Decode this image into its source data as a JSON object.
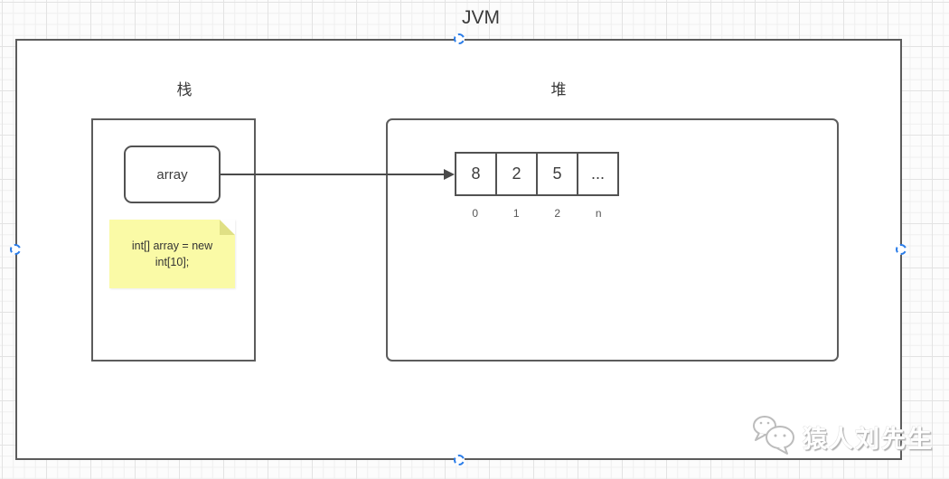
{
  "title": "JVM",
  "stack": {
    "label": "栈",
    "var_name": "array",
    "note": {
      "line1": "int[] array = new",
      "line2": "int[10];"
    }
  },
  "heap": {
    "label": "堆",
    "cells": [
      {
        "value": "8",
        "index": "0"
      },
      {
        "value": "2",
        "index": "1"
      },
      {
        "value": "5",
        "index": "2"
      },
      {
        "value": "...",
        "index": "n"
      }
    ]
  },
  "watermark": {
    "text": "猿人刘先生",
    "icon": "wechat-chat-bubbles-icon"
  },
  "colors": {
    "shape_border": "#5c5c5c",
    "note_background": "#fafaa6",
    "note_fold": "#e0e085",
    "selection_handle": "#2b7de9",
    "grid_minor": "#efefef",
    "grid_major": "#e3e3e3",
    "text": "#3d3d3d"
  }
}
